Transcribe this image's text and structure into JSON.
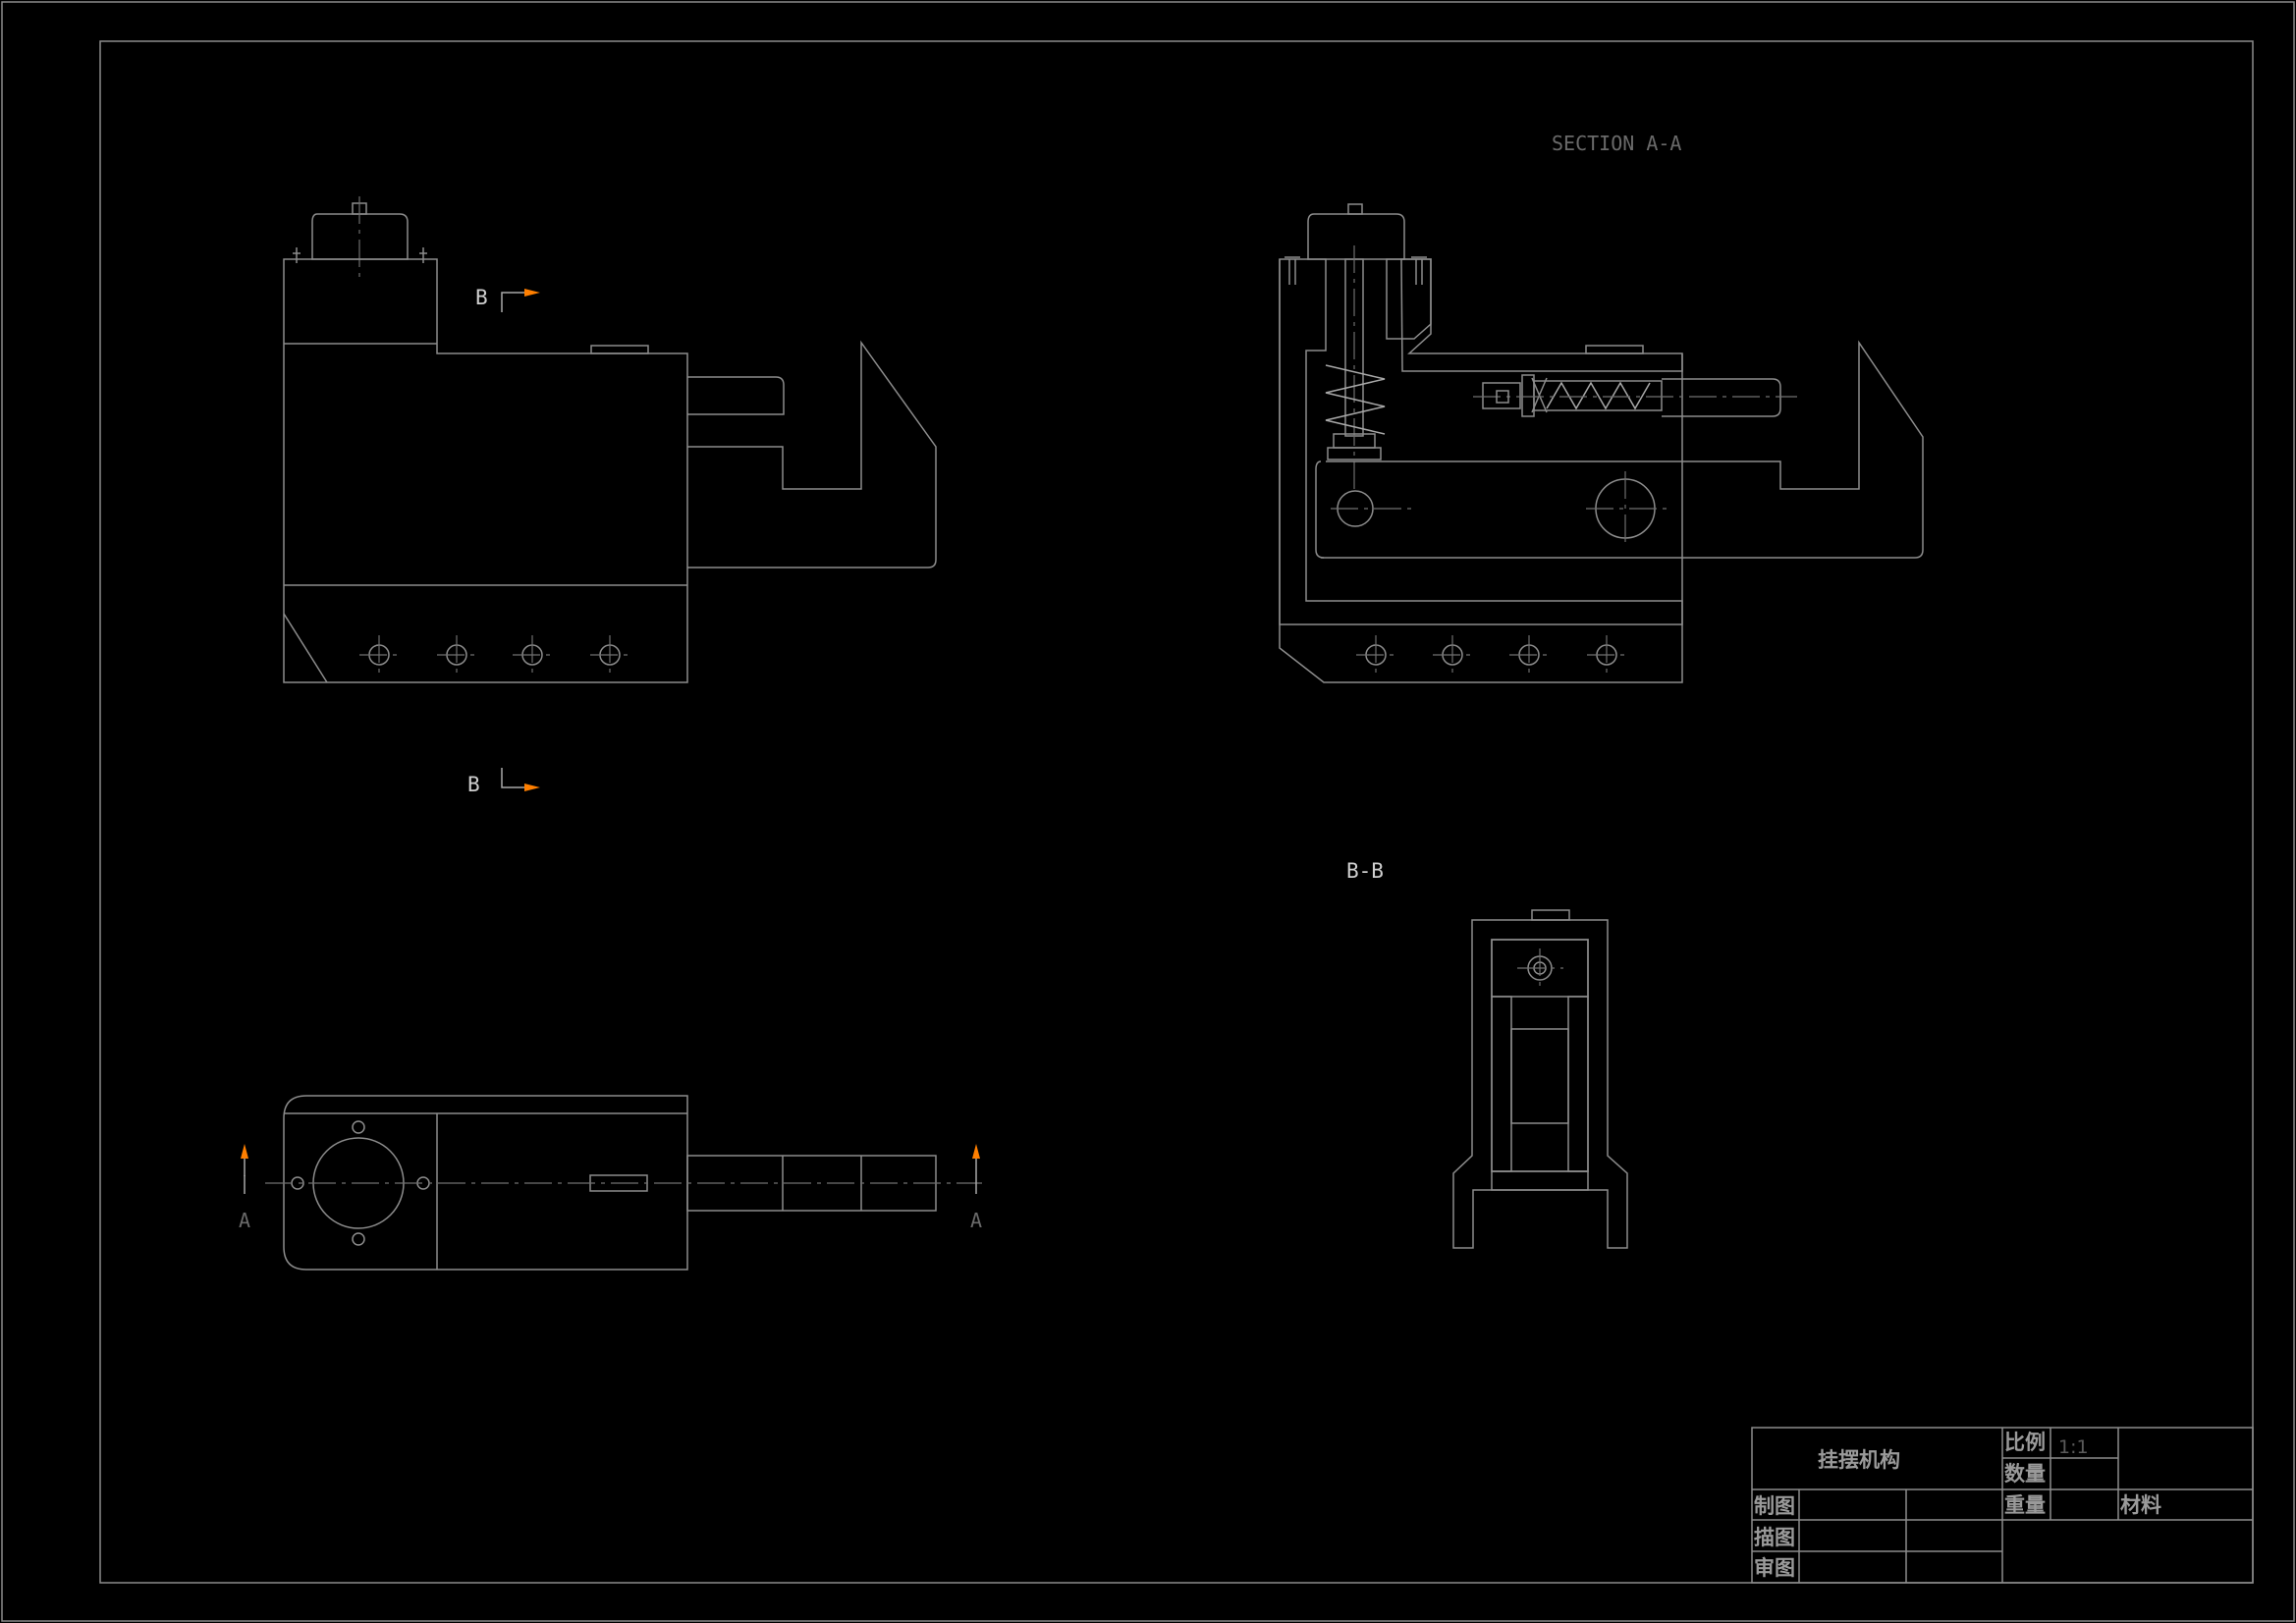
{
  "labels": {
    "section_aa": "SECTION A-A",
    "section_bb": "B-B",
    "cut_b_top": "B",
    "cut_b_bottom": "B",
    "cut_a_left": "A",
    "cut_a_right": "A"
  },
  "title_block": {
    "title": "挂摆机构",
    "scale_label": "比例",
    "scale_value": "1:1",
    "quantity_label": "数量",
    "weight_label": "重量",
    "material_label": "材料",
    "drawn_label": "制图",
    "traced_label": "描图",
    "checked_label": "审图"
  },
  "colors": {
    "background": "#000000",
    "line": "#8c8c8c",
    "section_arrow": "#ff7f00"
  }
}
